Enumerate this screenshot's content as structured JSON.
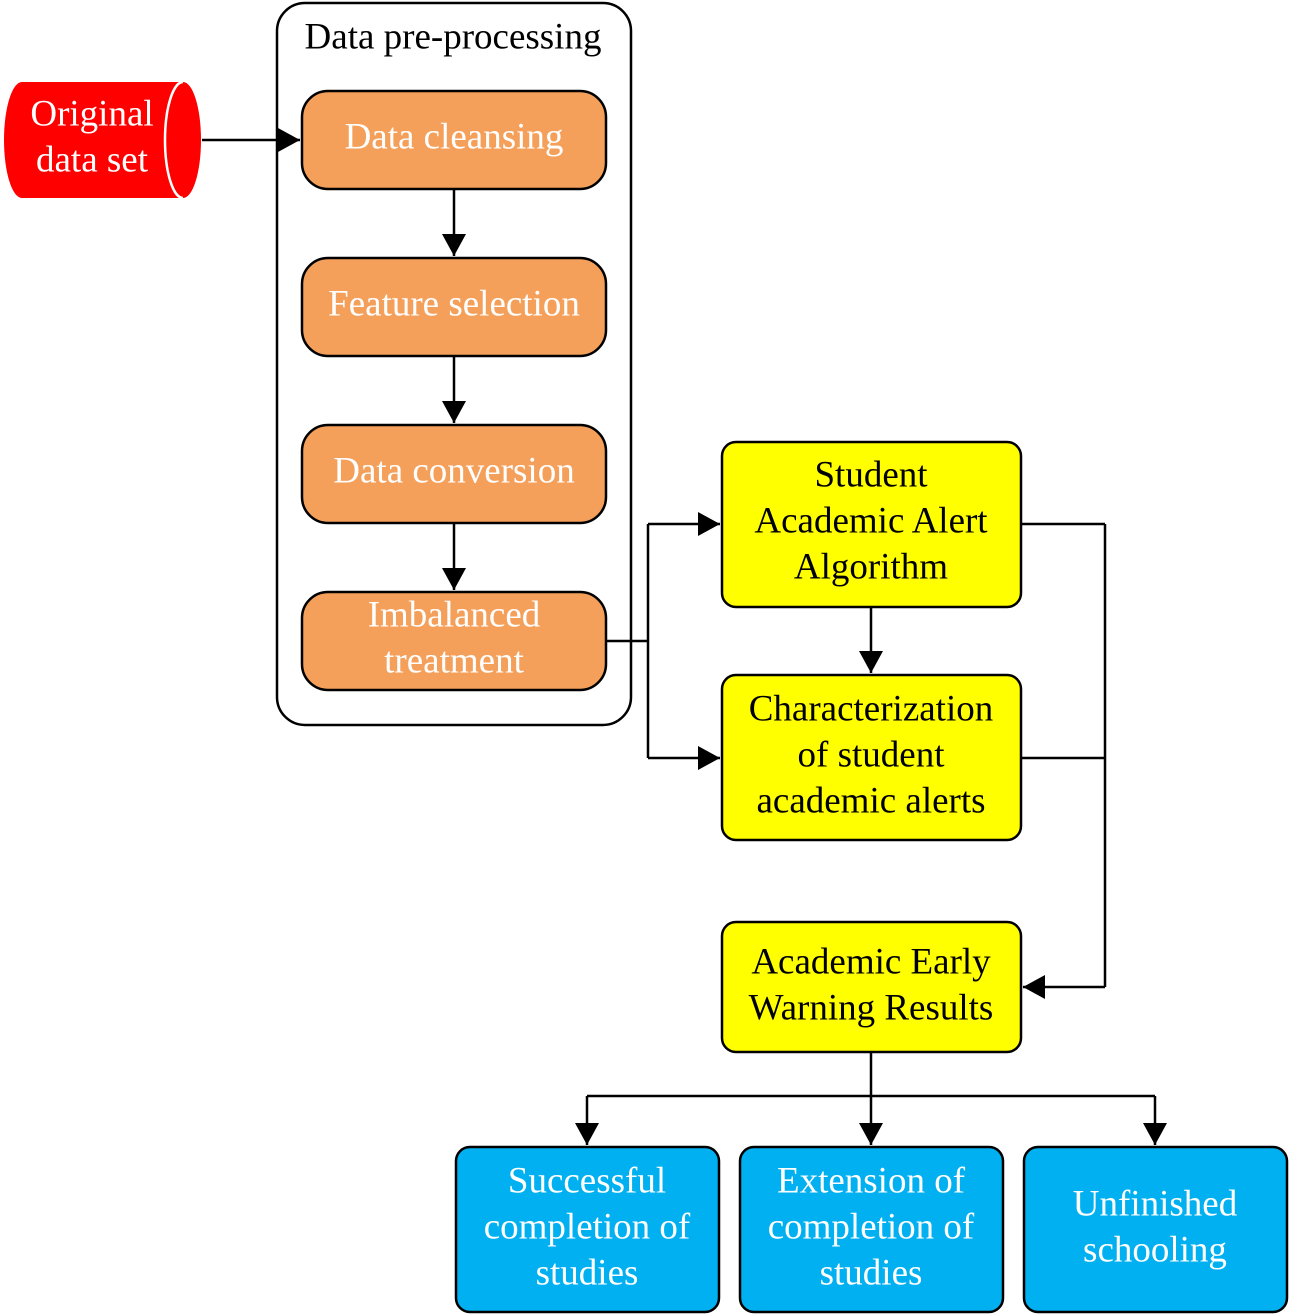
{
  "colors": {
    "dataset": "#ff0000",
    "preprocess_step": "#f4a05a",
    "algorithm_box": "#ffff00",
    "result_box": "#00b0f0",
    "stroke": "#000000",
    "text_on_dark": "#ffffff",
    "text_on_light": "#000000"
  },
  "dataset": {
    "lines": [
      "Original",
      "data set"
    ]
  },
  "preprocessing": {
    "title": "Data pre-processing",
    "steps": [
      {
        "lines": [
          "Data cleansing"
        ]
      },
      {
        "lines": [
          "Feature selection"
        ]
      },
      {
        "lines": [
          "Data conversion"
        ]
      },
      {
        "lines": [
          "Imbalanced",
          "treatment"
        ]
      }
    ]
  },
  "algorithm": {
    "lines": [
      "Student",
      "Academic Alert",
      "Algorithm"
    ]
  },
  "characterization": {
    "lines": [
      "Characterization",
      "of student",
      "academic alerts"
    ]
  },
  "results": {
    "lines": [
      "Academic Early",
      "Warning Results"
    ]
  },
  "outcomes": [
    {
      "lines": [
        "Successful",
        "completion of",
        "studies"
      ]
    },
    {
      "lines": [
        "Extension of",
        "completion of",
        "studies"
      ]
    },
    {
      "lines": [
        "Unfinished",
        "schooling"
      ]
    }
  ]
}
